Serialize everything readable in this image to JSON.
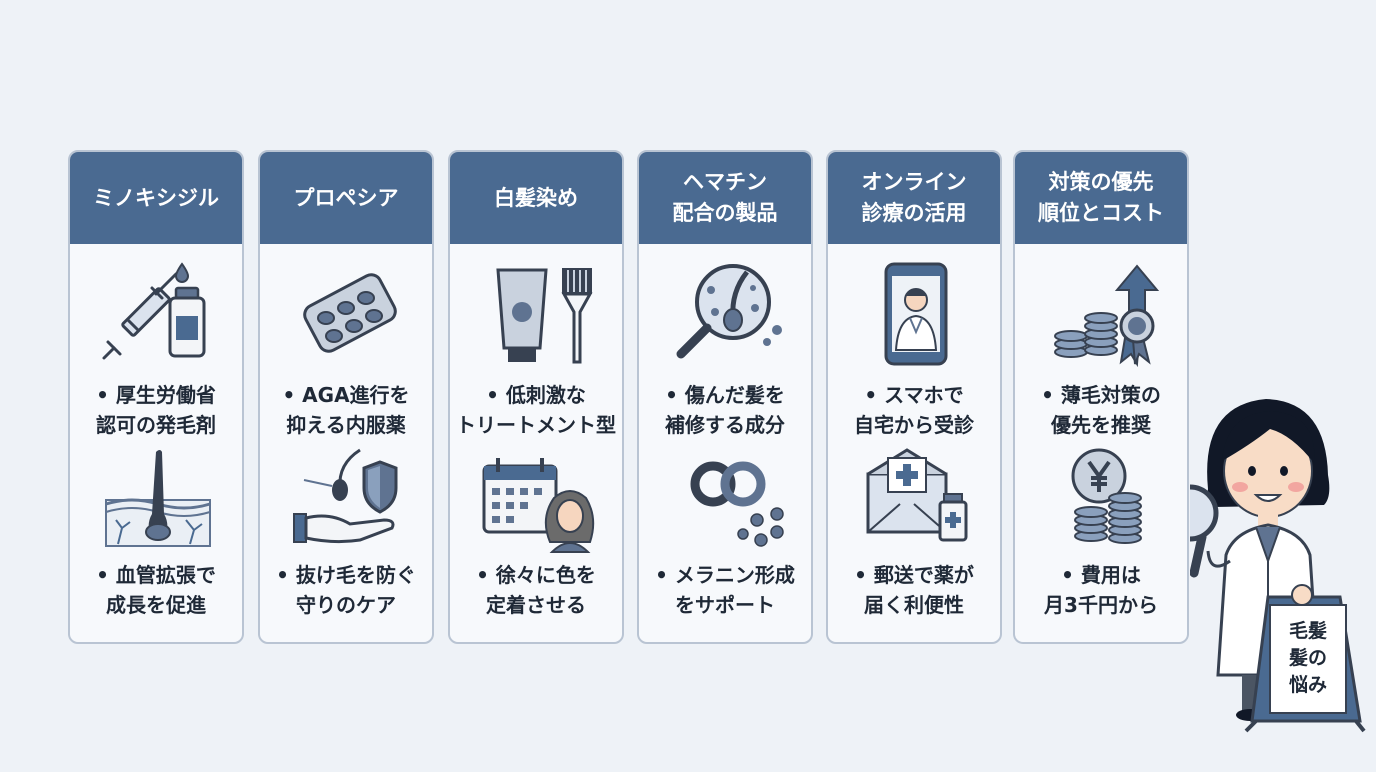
{
  "cards": [
    {
      "title": [
        "ミノキシジル",
        ""
      ],
      "item1": {
        "line1": "• 厚生労働省",
        "line2": "認可の発毛剤",
        "icon": "syringe-vial-icon"
      },
      "item2": {
        "line1": "• 血管拡張で",
        "line2": "成長を促進",
        "icon": "hair-follicle-icon"
      }
    },
    {
      "title": [
        "プロペシア",
        ""
      ],
      "item1": {
        "line1": "• AGA進行を",
        "line2": "抑える内服薬",
        "icon": "pill-blister-icon"
      },
      "item2": {
        "line1": "• 抜け毛を防ぐ",
        "line2": "守りのケア",
        "icon": "hand-shield-icon"
      }
    },
    {
      "title": [
        "白髪染め",
        ""
      ],
      "item1": {
        "line1": "• 低刺激な",
        "line2": "トリートメント型",
        "icon": "tube-brush-icon"
      },
      "item2": {
        "line1": "• 徐々に色を",
        "line2": "定着させる",
        "icon": "calendar-woman-icon"
      }
    },
    {
      "title": [
        "ヘマチン",
        "配合の製品"
      ],
      "item1": {
        "line1": "• 傷んだ髪を",
        "line2": "補修する成分",
        "icon": "magnifier-hair-icon"
      },
      "item2": {
        "line1": "• メラニン形成",
        "line2": "をサポート",
        "icon": "molecule-rings-icon"
      }
    },
    {
      "title": [
        "オンライン",
        "診療の活用"
      ],
      "item1": {
        "line1": "• スマホで",
        "line2": "自宅から受診",
        "icon": "phone-doctor-icon"
      },
      "item2": {
        "line1": "• 郵送で薬が",
        "line2": "届く利便性",
        "icon": "mail-medicine-icon"
      }
    },
    {
      "title": [
        "対策の優先",
        "順位とコスト"
      ],
      "item1": {
        "line1": "• 薄毛対策の",
        "line2": "優先を推奨",
        "icon": "coins-arrow-badge-icon"
      },
      "item2": {
        "line1": "• 費用は",
        "line2": "月3千円から",
        "icon": "yen-coins-icon"
      }
    }
  ],
  "doctor": {
    "sign_lines": [
      "毛髪",
      "髪の",
      "悩み"
    ],
    "icon": "doctor-magnifier-icon"
  },
  "colors": {
    "header": "#4a6a91",
    "card_bg": "#f7f9fc",
    "border": "#b9c4d3",
    "icon_fill": "#5f7391",
    "icon_stroke": "#374151"
  }
}
